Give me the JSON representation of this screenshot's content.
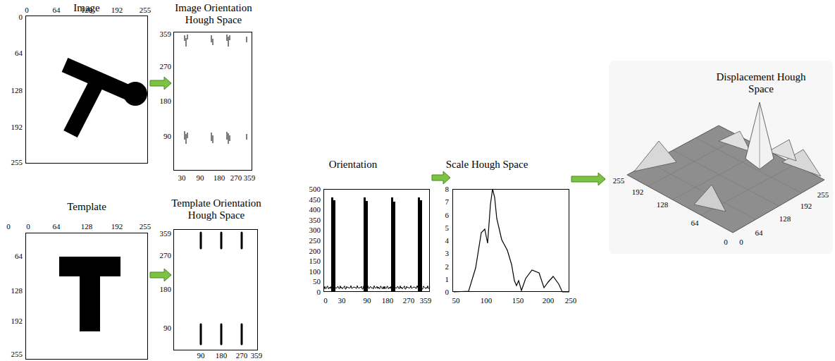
{
  "diagram": {
    "nodes": [
      {
        "text": [
          "Image"
        ]
      },
      {
        "text": [
          "Image Orientation Hough Space"
        ]
      },
      {
        "text": [
          "Template"
        ]
      },
      {
        "text": [
          "Template Orientation Hough Space"
        ]
      },
      {
        "text": [
          "Orientation"
        ]
      },
      {
        "text": [
          "Scale Hough Space"
        ]
      },
      {
        "text": [
          "Displacement Hough Space"
        ]
      }
    ],
    "edges": [
      {
        "from": 0,
        "to": 1,
        "arrow": "to"
      },
      {
        "from": 2,
        "to": 3,
        "arrow": "to"
      },
      {
        "from": 4,
        "to": 5,
        "arrow": "to"
      },
      {
        "from": 5,
        "to": 6,
        "arrow": "to"
      }
    ],
    "labels": [
      "0",
      "64",
      "128",
      "192",
      "255",
      "0",
      "64",
      "128",
      "192",
      "255",
      "359",
      "270",
      "180",
      "90",
      "30",
      "90",
      "180",
      "270",
      "359",
      "0",
      "64",
      "128",
      "192",
      "255",
      "0",
      "64",
      "128",
      "192",
      "255",
      "359",
      "270",
      "180",
      "90",
      "90",
      "180",
      "270",
      "359",
      "500",
      "450",
      "400",
      "350",
      "300",
      "250",
      "200",
      "150",
      "100",
      "50",
      "0",
      "0",
      "30",
      "90",
      "180",
      "270",
      "359",
      "8",
      "7",
      "6",
      "5",
      "4",
      "3",
      "2",
      "1",
      "0",
      "50",
      "100",
      "150",
      "200",
      "250",
      "255",
      "192",
      "128",
      "64",
      "0",
      "0",
      "64",
      "128",
      "192",
      "255"
    ]
  }
}
